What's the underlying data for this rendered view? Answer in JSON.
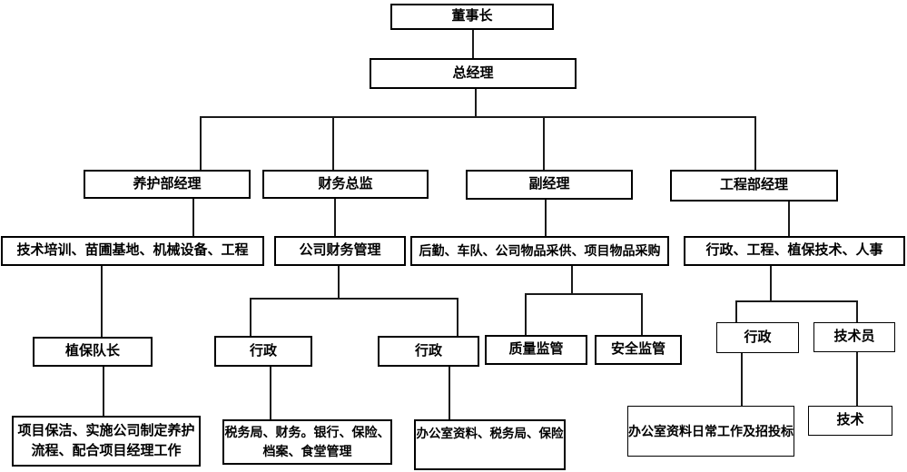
{
  "diagram": {
    "type": "org-chart",
    "nodes": {
      "chairman": "董事长",
      "gm": "总经理",
      "maint_mgr": "养护部经理",
      "finance_director": "财务总监",
      "deputy_mgr": "副经理",
      "eng_mgr": "工程部经理",
      "tech_training": "技术培训、苗圃基地、机械设备、工程",
      "company_finance": "公司财务管理",
      "logistics": "后勤、车队、公司物品采供、项目物品采购",
      "admin_dept": "行政、工程、植保技术、人事",
      "plant_leader": "植保队长",
      "admin1": "行政",
      "admin2": "行政",
      "quality": "质量监管",
      "safety": "安全监管",
      "admin3": "行政",
      "technician": "技术员",
      "project_clean": "项目保洁、实施公司制定养护流程、配合项目经理工作",
      "tax_finance": "税务局、财务。银行、保险、档案、食堂管理",
      "office_files": "办公室资料、税务局、保险",
      "office_daily": "办公室资料日常工作及招投标",
      "tech": "技术"
    },
    "edges": [
      [
        "chairman",
        "gm"
      ],
      [
        "gm",
        "maint_mgr"
      ],
      [
        "gm",
        "finance_director"
      ],
      [
        "gm",
        "deputy_mgr"
      ],
      [
        "gm",
        "eng_mgr"
      ],
      [
        "maint_mgr",
        "tech_training"
      ],
      [
        "finance_director",
        "company_finance"
      ],
      [
        "deputy_mgr",
        "logistics"
      ],
      [
        "eng_mgr",
        "admin_dept"
      ],
      [
        "tech_training",
        "plant_leader"
      ],
      [
        "company_finance",
        "admin1"
      ],
      [
        "company_finance",
        "admin2"
      ],
      [
        "logistics",
        "quality"
      ],
      [
        "logistics",
        "safety"
      ],
      [
        "admin_dept",
        "admin3"
      ],
      [
        "admin_dept",
        "technician"
      ],
      [
        "plant_leader",
        "project_clean"
      ],
      [
        "admin1",
        "tax_finance"
      ],
      [
        "admin2",
        "office_files"
      ],
      [
        "admin3",
        "office_daily"
      ],
      [
        "technician",
        "tech"
      ]
    ]
  },
  "colors": {
    "border": "#000000",
    "line": "#1a1a1a",
    "text": "#000000",
    "background": "#ffffff"
  }
}
